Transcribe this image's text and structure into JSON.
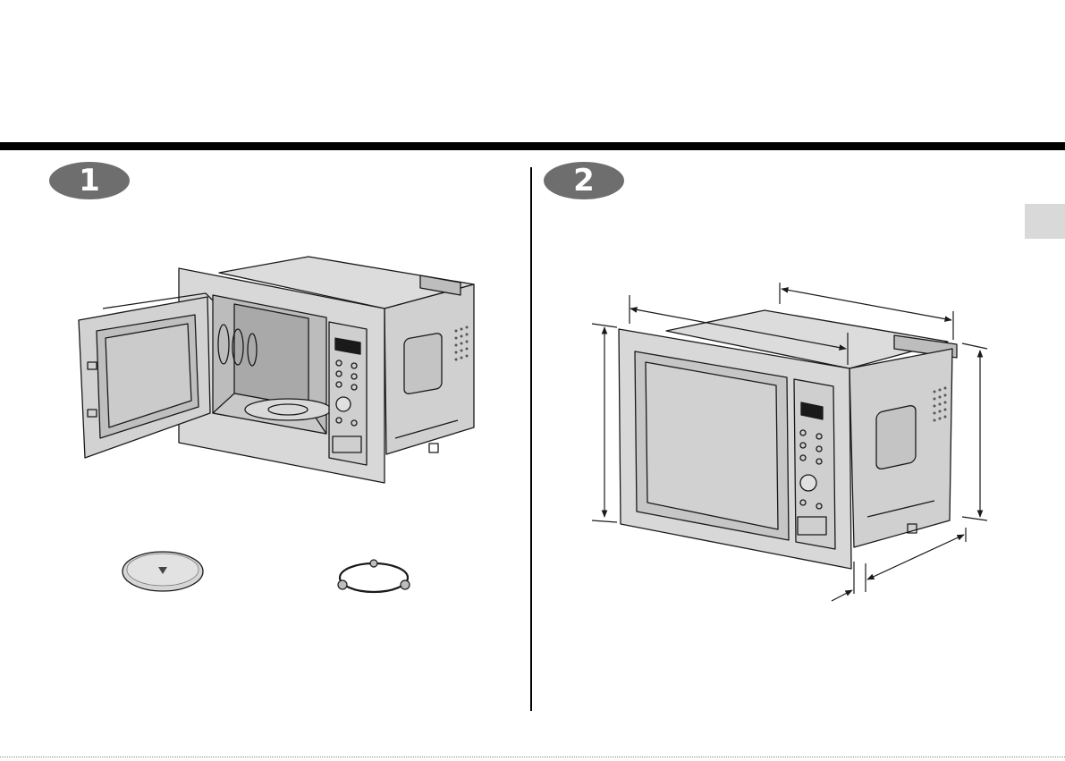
{
  "steps": [
    {
      "number": "1"
    },
    {
      "number": "2"
    }
  ],
  "colors": {
    "rule": "#000000",
    "badge": "#6e6e6e",
    "tab": "#d9d9d9",
    "oven_body": "#d6d6d6",
    "oven_dark": "#b8b8b8",
    "line": "#1a1a1a"
  },
  "icons": [
    "step-1-badge-icon",
    "step-2-badge-icon",
    "microwave-door-open-illustration",
    "glass-tray-icon",
    "roller-ring-icon",
    "microwave-dimensions-illustration",
    "dimension-arrow-icon"
  ]
}
